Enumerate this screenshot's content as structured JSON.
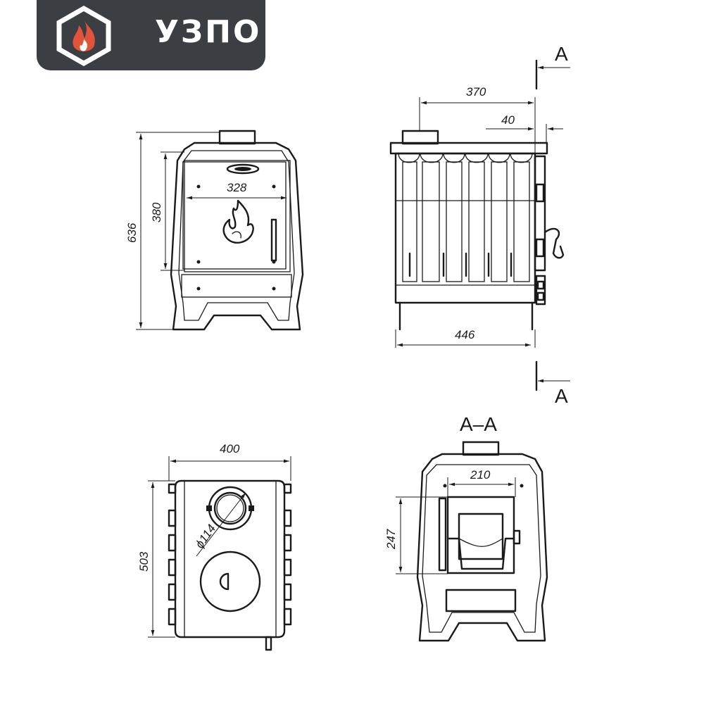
{
  "brand": {
    "name": "УЗПО",
    "panel_color": "#3b3f43",
    "accent_color": "#e2533c",
    "icon": "flame-hexagon-icon"
  },
  "dimensions": {
    "front_width": "328",
    "front_door_height": "380",
    "total_height": "636",
    "side_top_depth": "370",
    "side_offset": "40",
    "side_base_depth": "446",
    "top_width": "400",
    "top_depth": "503",
    "flue_diameter": "ϕ114",
    "section_width": "210",
    "section_height": "247"
  },
  "section": {
    "marker_top": "A",
    "marker_bottom": "A",
    "title": "A–A"
  }
}
